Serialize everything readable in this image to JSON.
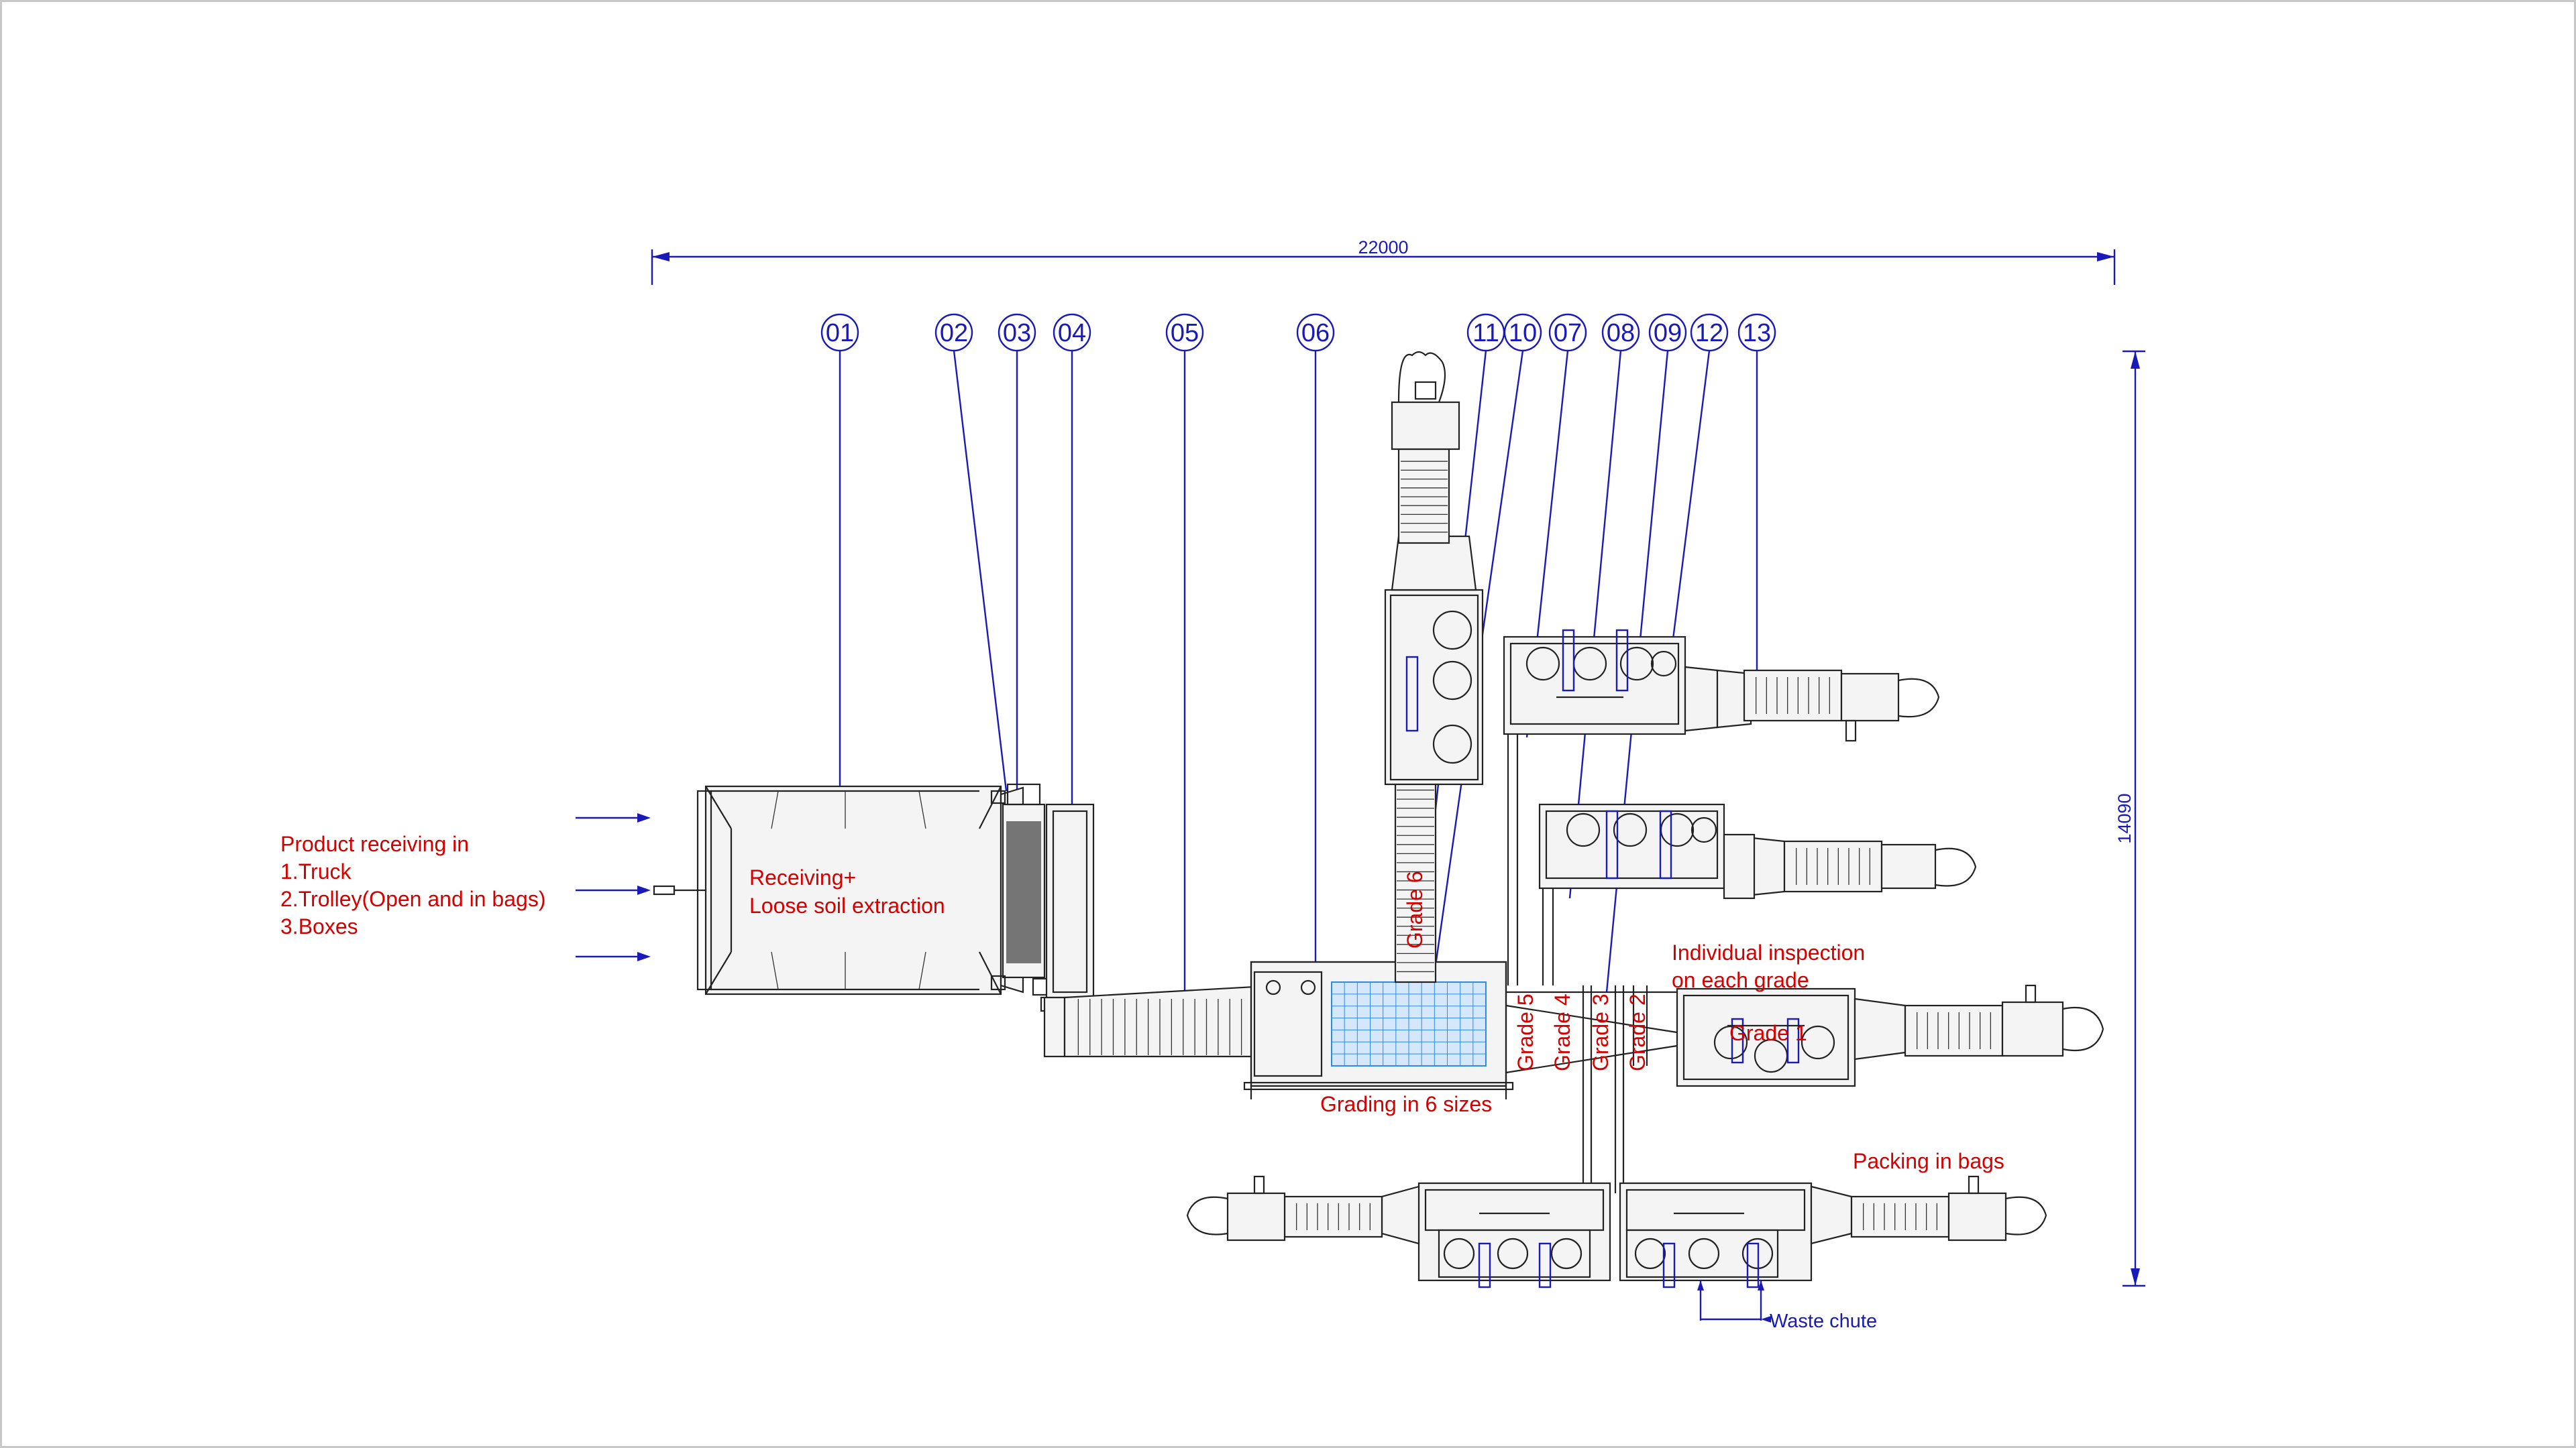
{
  "dimensions": {
    "width": "22000",
    "height": "14090"
  },
  "item_numbers": [
    "01",
    "02",
    "03",
    "04",
    "05",
    "06",
    "11",
    "10",
    "07",
    "08",
    "09",
    "12",
    "13"
  ],
  "labels": {
    "product_receiving": [
      "Product receiving in",
      "1.Truck",
      "2.Trolley(Open and in bags)",
      "3.Boxes"
    ],
    "receiving": [
      "Receiving+",
      "Loose soil extraction"
    ],
    "grading": "Grading in 6 sizes",
    "inspection": [
      "Individual inspection",
      "on each grade"
    ],
    "packing": "Packing in bags",
    "waste": "Waste chute"
  },
  "grades": [
    "Grade 6",
    "Grade 5",
    "Grade 4",
    "Grade 3",
    "Grade 2",
    "Grade 1"
  ],
  "colors": {
    "annotation": "#1a1ab8",
    "label": "#d40000",
    "machine": "#222222",
    "grid": "#2e8ae6"
  }
}
